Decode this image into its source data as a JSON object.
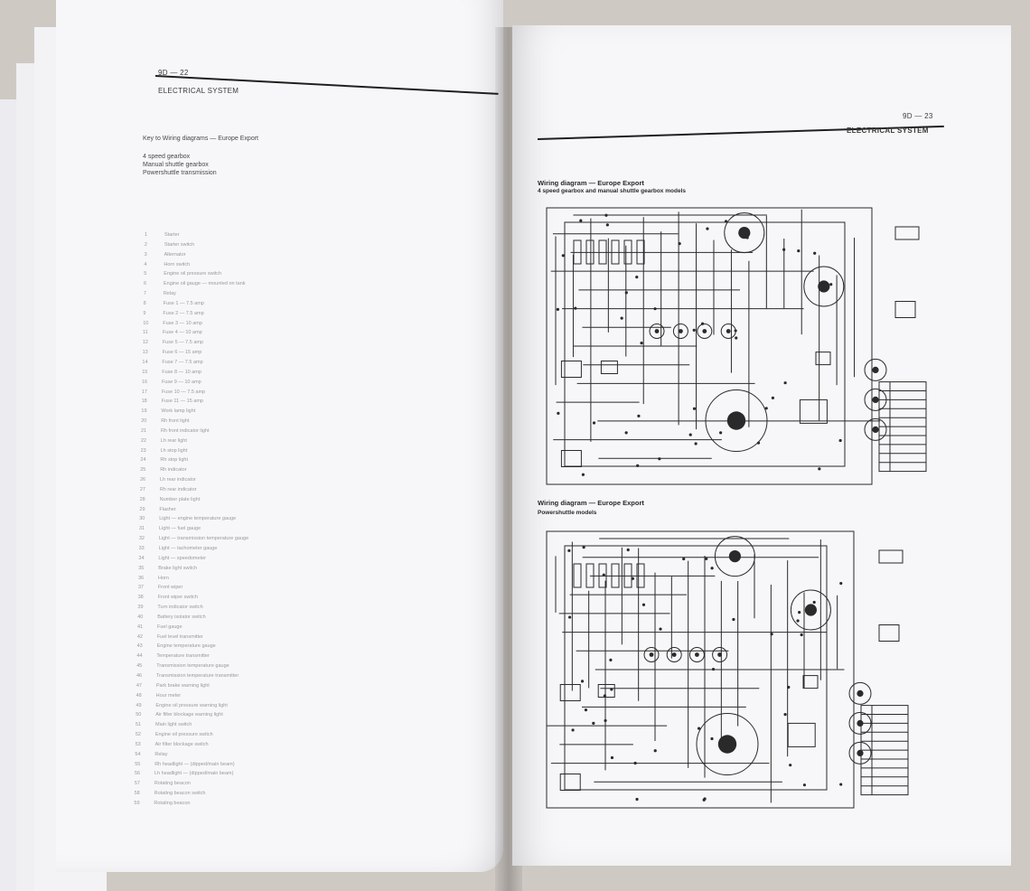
{
  "left_page": {
    "header_number": "9D — 22",
    "header_title": "ELECTRICAL SYSTEM",
    "key_heading": "Key to Wiring diagrams — Europe Export",
    "key_sub": [
      "4 speed gearbox",
      "Manual shuttle gearbox",
      "Powershuttle transmission"
    ],
    "key_items": [
      {
        "n": "1",
        "t": "Starter"
      },
      {
        "n": "2",
        "t": "Starter switch"
      },
      {
        "n": "3",
        "t": "Alternator"
      },
      {
        "n": "4",
        "t": "Horn switch"
      },
      {
        "n": "5",
        "t": "Engine oil pressure switch"
      },
      {
        "n": "6",
        "t": "Engine oil gauge — mounted on tank"
      },
      {
        "n": "7",
        "t": "Relay"
      },
      {
        "n": "8",
        "t": "Fuse 1 — 7.5 amp"
      },
      {
        "n": "9",
        "t": "Fuse 2 — 7.5 amp"
      },
      {
        "n": "10",
        "t": "Fuse 3 — 10 amp"
      },
      {
        "n": "11",
        "t": "Fuse 4 — 10 amp"
      },
      {
        "n": "12",
        "t": "Fuse 5 — 7.5 amp"
      },
      {
        "n": "13",
        "t": "Fuse 6 — 15 amp"
      },
      {
        "n": "14",
        "t": "Fuse 7 — 7.5 amp"
      },
      {
        "n": "15",
        "t": "Fuse 8 — 10 amp"
      },
      {
        "n": "16",
        "t": "Fuse 9 — 10 amp"
      },
      {
        "n": "17",
        "t": "Fuse 10 — 7.5 amp"
      },
      {
        "n": "18",
        "t": "Fuse 11 — 15 amp"
      },
      {
        "n": "19",
        "t": "Work lamp light"
      },
      {
        "n": "20",
        "t": "Rh front light"
      },
      {
        "n": "21",
        "t": "Rh front indicator light"
      },
      {
        "n": "22",
        "t": "Lh rear light"
      },
      {
        "n": "23",
        "t": "Lh stop light"
      },
      {
        "n": "24",
        "t": "Rh stop light"
      },
      {
        "n": "25",
        "t": "Rh indicator"
      },
      {
        "n": "26",
        "t": "Lh rear indicator"
      },
      {
        "n": "27",
        "t": "Rh rear indicator"
      },
      {
        "n": "28",
        "t": "Number plate light"
      },
      {
        "n": "29",
        "t": "Flasher"
      },
      {
        "n": "30",
        "t": "Light — engine temperature gauge"
      },
      {
        "n": "31",
        "t": "Light — fuel gauge"
      },
      {
        "n": "32",
        "t": "Light — transmission temperature gauge"
      },
      {
        "n": "33",
        "t": "Light — tachometer gauge"
      },
      {
        "n": "34",
        "t": "Light — speedometer"
      },
      {
        "n": "35",
        "t": "Brake light switch"
      },
      {
        "n": "36",
        "t": "Horn"
      },
      {
        "n": "37",
        "t": "Front wiper"
      },
      {
        "n": "38",
        "t": "Front wiper switch"
      },
      {
        "n": "39",
        "t": "Turn indicator switch"
      },
      {
        "n": "40",
        "t": "Battery isolator switch"
      },
      {
        "n": "41",
        "t": "Fuel gauge"
      },
      {
        "n": "42",
        "t": "Fuel level transmitter"
      },
      {
        "n": "43",
        "t": "Engine temperature gauge"
      },
      {
        "n": "44",
        "t": "Temperature transmitter"
      },
      {
        "n": "45",
        "t": "Transmission temperature gauge"
      },
      {
        "n": "46",
        "t": "Transmission temperature transmitter"
      },
      {
        "n": "47",
        "t": "Park brake warning light"
      },
      {
        "n": "48",
        "t": "Hour meter"
      },
      {
        "n": "49",
        "t": "Engine oil pressure warning light"
      },
      {
        "n": "50",
        "t": "Air filter blockage warning light"
      },
      {
        "n": "51",
        "t": "Main light switch"
      },
      {
        "n": "52",
        "t": "Engine oil pressure switch"
      },
      {
        "n": "53",
        "t": "Air filter blockage switch"
      },
      {
        "n": "54",
        "t": "Relay"
      },
      {
        "n": "55",
        "t": "Rh headlight — (dipped/main beam)"
      },
      {
        "n": "56",
        "t": "Lh headlight — (dipped/main beam)"
      },
      {
        "n": "57",
        "t": "Rotating beacon"
      },
      {
        "n": "58",
        "t": "Rotating beacon switch"
      },
      {
        "n": "59",
        "t": "Rotating beacon"
      }
    ]
  },
  "right_page": {
    "header_number": "9D — 23",
    "header_title": "ELECTRICAL SYSTEM",
    "diagram1_title": "Wiring diagram — Europe Export",
    "diagram1_sub": "4 speed gearbox and manual shuttle gearbox models",
    "diagram2_title": "Wiring diagram — Europe Export",
    "diagram2_sub": "Powershuttle models"
  },
  "colors": {
    "paper": "#f7f7f9",
    "background": "#cfc9c4",
    "ink": "#2a2a2a"
  }
}
